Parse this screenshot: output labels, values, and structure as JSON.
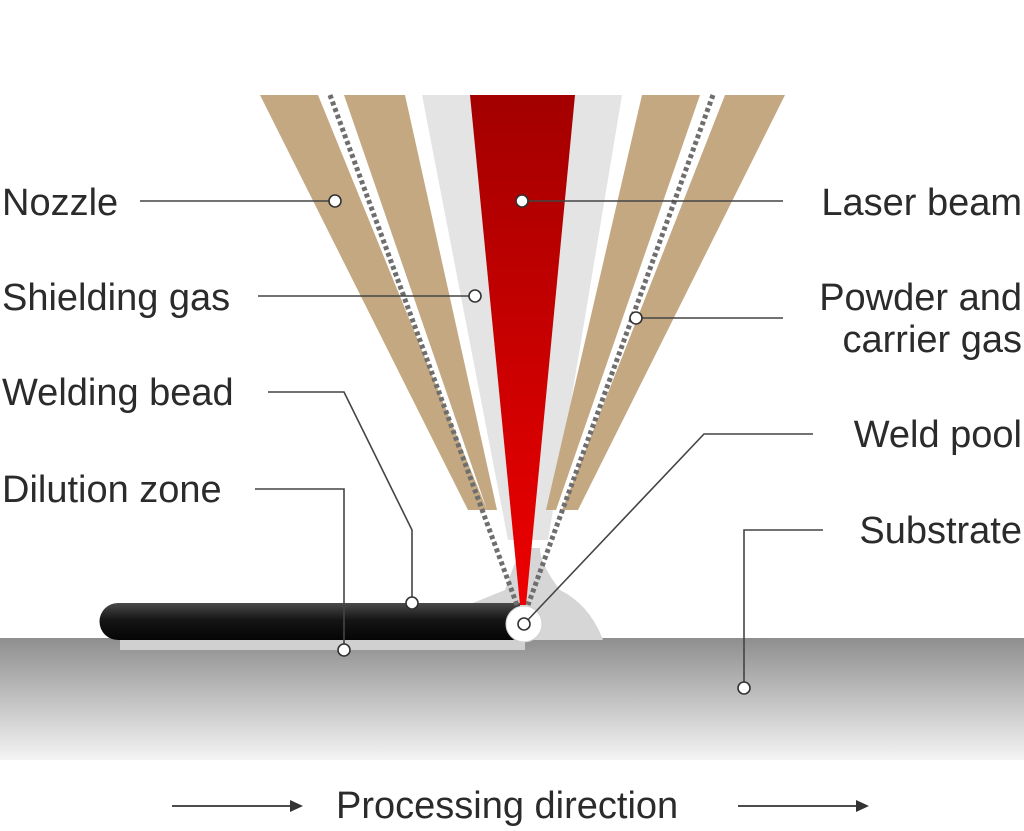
{
  "labels": {
    "nozzle": "Nozzle",
    "shielding_gas": "Shielding gas",
    "welding_bead": "Welding bead",
    "dilution_zone": "Dilution zone",
    "laser_beam": "Laser beam",
    "powder_line1": "Powder and",
    "powder_line2": "carrier gas",
    "weld_pool": "Weld pool",
    "substrate": "Substrate",
    "processing_direction": "Processing direction"
  },
  "colors": {
    "nozzle": "#c4a882",
    "shielding_gas": "#e4e4e4",
    "laser_top": "#a30000",
    "laser_bottom": "#ee0000",
    "powder_dots": "#6e6e6e",
    "bead_dark": "#111111",
    "substrate_top": "#8f8f8f",
    "substrate_bottom": "#f3f3f3",
    "leader_line": "#444444",
    "text": "#2b2b2b"
  }
}
